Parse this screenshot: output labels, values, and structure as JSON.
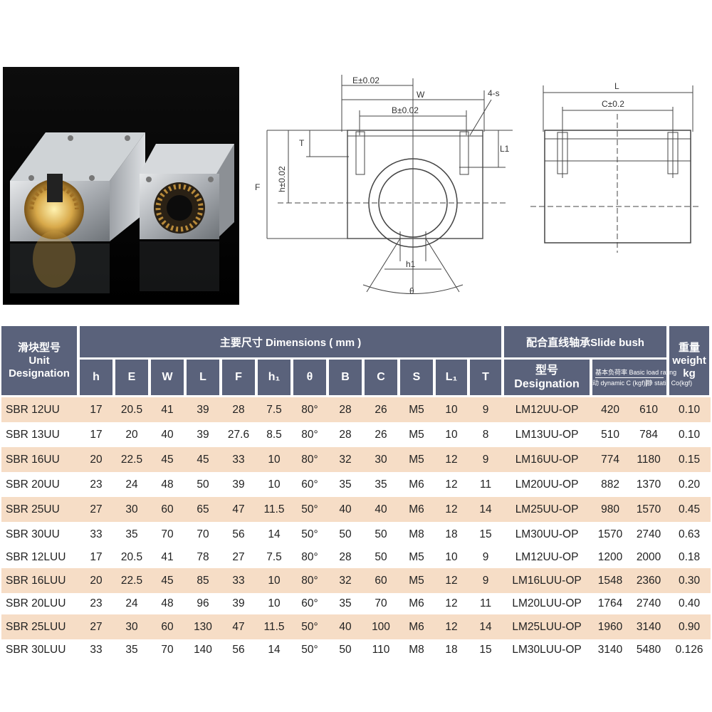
{
  "diagram": {
    "labels": {
      "E": "E±0.02",
      "W": "W",
      "B": "B±0.02",
      "s": "4-s",
      "T": "T",
      "h": "h±0.02",
      "F": "F",
      "L1": "L1",
      "h1": "h1",
      "theta": "θ",
      "L": "L",
      "C": "C±0.2"
    }
  },
  "table": {
    "header": {
      "unit_cn": "滑块型号",
      "unit_en1": "Unit",
      "unit_en2": "Designation",
      "dimensions": "主要尺寸  Dimensions ( mm )",
      "slide_bush": "配合直线轴承Slide bush",
      "weight_cn": "重量",
      "weight_en": "weight",
      "weight_unit": "kg",
      "cols": [
        "h",
        "E",
        "W",
        "L",
        "F",
        "h₁",
        "θ",
        "B",
        "C",
        "S",
        "L₁",
        "T"
      ],
      "desig_cn": "型号",
      "desig_en": "Designation",
      "load_title": "基本负荷率 Basic load rating",
      "dynamic": "动 dynamic C (kgf)",
      "static": "静 static Co(kgf)"
    },
    "rows": [
      {
        "unit": "SBR 12UU",
        "h": "17",
        "E": "20.5",
        "W": "41",
        "L": "39",
        "F": "28",
        "h1": "7.5",
        "theta": "80°",
        "B": "28",
        "C": "26",
        "S": "M5",
        "L1": "10",
        "T": "9",
        "desig": "LM12UU-OP",
        "dyn": "420",
        "stat": "610",
        "weight": "0.10"
      },
      {
        "unit": "SBR 13UU",
        "h": "17",
        "E": "20",
        "W": "40",
        "L": "39",
        "F": "27.6",
        "h1": "8.5",
        "theta": "80°",
        "B": "28",
        "C": "26",
        "S": "M5",
        "L1": "10",
        "T": "8",
        "desig": "LM13UU-OP",
        "dyn": "510",
        "stat": "784",
        "weight": "0.10"
      },
      {
        "unit": "SBR 16UU",
        "h": "20",
        "E": "22.5",
        "W": "45",
        "L": "45",
        "F": "33",
        "h1": "10",
        "theta": "80°",
        "B": "32",
        "C": "30",
        "S": "M5",
        "L1": "12",
        "T": "9",
        "desig": "LM16UU-OP",
        "dyn": "774",
        "stat": "1180",
        "weight": "0.15"
      },
      {
        "unit": "SBR 20UU",
        "h": "23",
        "E": "24",
        "W": "48",
        "L": "50",
        "F": "39",
        "h1": "10",
        "theta": "60°",
        "B": "35",
        "C": "35",
        "S": "M6",
        "L1": "12",
        "T": "11",
        "desig": "LM20UU-OP",
        "dyn": "882",
        "stat": "1370",
        "weight": "0.20"
      },
      {
        "unit": "SBR 25UU",
        "h": "27",
        "E": "30",
        "W": "60",
        "L": "65",
        "F": "47",
        "h1": "11.5",
        "theta": "50°",
        "B": "40",
        "C": "40",
        "S": "M6",
        "L1": "12",
        "T": "14",
        "desig": "LM25UU-OP",
        "dyn": "980",
        "stat": "1570",
        "weight": "0.45"
      },
      {
        "unit": "SBR 30UU",
        "h": "33",
        "E": "35",
        "W": "70",
        "L": "70",
        "F": "56",
        "h1": "14",
        "theta": "50°",
        "B": "50",
        "C": "50",
        "S": "M8",
        "L1": "18",
        "T": "15",
        "desig": "LM30UU-OP",
        "dyn": "1570",
        "stat": "2740",
        "weight": "0.63"
      },
      {
        "unit": "SBR 12LUU",
        "h": "17",
        "E": "20.5",
        "W": "41",
        "L": "78",
        "F": "27",
        "h1": "7.5",
        "theta": "80°",
        "B": "28",
        "C": "50",
        "S": "M5",
        "L1": "10",
        "T": "9",
        "desig": "LM12UU-OP",
        "dyn": "1200",
        "stat": "2000",
        "weight": "0.18"
      },
      {
        "unit": "SBR 16LUU",
        "h": "20",
        "E": "22.5",
        "W": "45",
        "L": "85",
        "F": "33",
        "h1": "10",
        "theta": "80°",
        "B": "32",
        "C": "60",
        "S": "M5",
        "L1": "12",
        "T": "9",
        "desig": "LM16LUU-OP",
        "dyn": "1548",
        "stat": "2360",
        "weight": "0.30"
      },
      {
        "unit": "SBR 20LUU",
        "h": "23",
        "E": "24",
        "W": "48",
        "L": "96",
        "F": "39",
        "h1": "10",
        "theta": "60°",
        "B": "35",
        "C": "70",
        "S": "M6",
        "L1": "12",
        "T": "11",
        "desig": "LM20LUU-OP",
        "dyn": "1764",
        "stat": "2740",
        "weight": "0.40"
      },
      {
        "unit": "SBR 25LUU",
        "h": "27",
        "E": "30",
        "W": "60",
        "L": "130",
        "F": "47",
        "h1": "11.5",
        "theta": "50°",
        "B": "40",
        "C": "100",
        "S": "M6",
        "L1": "12",
        "T": "14",
        "desig": "LM25LUU-OP",
        "dyn": "1960",
        "stat": "3140",
        "weight": "0.90"
      },
      {
        "unit": "SBR 30LUU",
        "h": "33",
        "E": "35",
        "W": "70",
        "L": "140",
        "F": "56",
        "h1": "14",
        "theta": "50°",
        "B": "50",
        "C": "110",
        "S": "M8",
        "L1": "18",
        "T": "15",
        "desig": "LM30LUU-OP",
        "dyn": "3140",
        "stat": "5480",
        "weight": "0.126"
      }
    ]
  }
}
